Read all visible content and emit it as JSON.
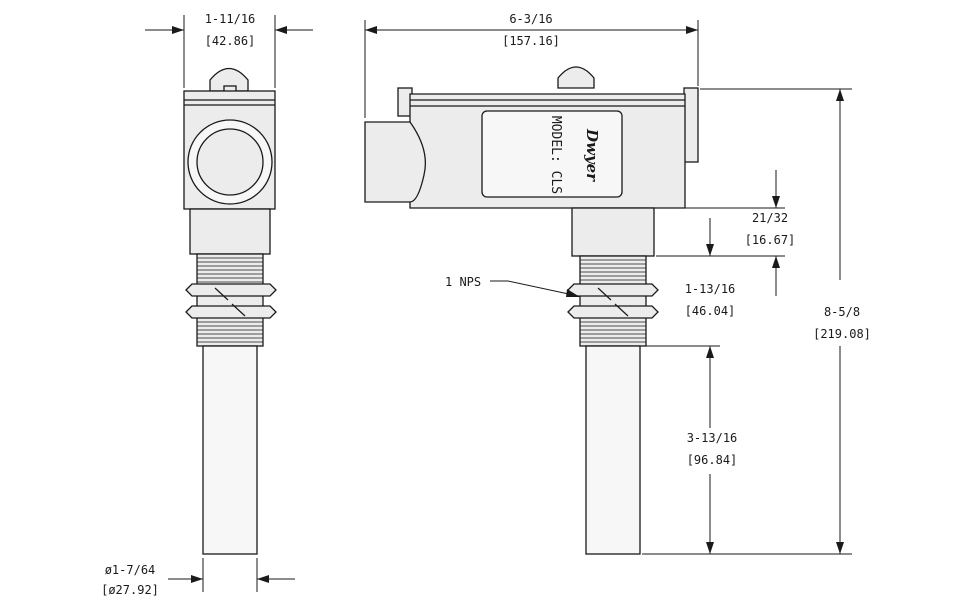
{
  "diagram": {
    "side_view": {
      "width_dim": {
        "imperial": "1-11/16",
        "metric": "[42.86]"
      },
      "stem_dim": {
        "imperial": "ø1-7/64",
        "metric": "[ø27.92]"
      }
    },
    "front_view": {
      "width_dim": {
        "imperial": "6-3/16",
        "metric": "[157.16]"
      },
      "neck_dim": {
        "imperial": "21/32",
        "metric": "[16.67]"
      },
      "thread_dim": {
        "imperial": "1-13/16",
        "metric": "[46.04]"
      },
      "stem_dim": {
        "imperial": "3-13/16",
        "metric": "[96.84]"
      },
      "overall_height_dim": {
        "imperial": "8-5/8",
        "metric": "[219.08]"
      },
      "thread_callout": "1 NPS",
      "model_label": "MODEL: CLS",
      "logo_text": "Dwyer"
    }
  }
}
